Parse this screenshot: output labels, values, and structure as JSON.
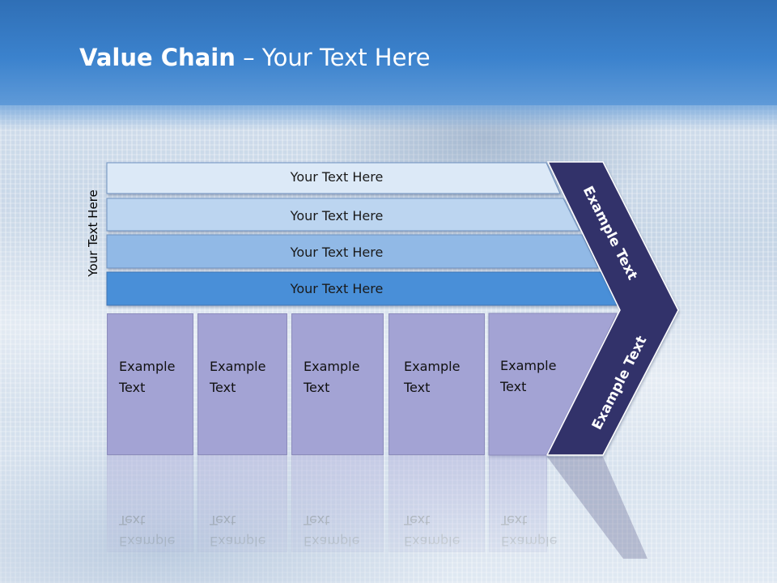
{
  "slide": {
    "title_bold": "Value Chain",
    "title_rest": " – Your Text Here",
    "side_label": "Your Text Here",
    "bars": [
      {
        "label": "Your Text Here",
        "color": "#dce9f7"
      },
      {
        "label": "Your Text Here",
        "color": "#bcd5f0"
      },
      {
        "label": "Your Text Here",
        "color": "#91b9e6"
      },
      {
        "label": "Your Text Here",
        "color": "#4a8fd8"
      }
    ],
    "boxes": [
      {
        "line1": "Example",
        "line2": "Text"
      },
      {
        "line1": "Example",
        "line2": "Text"
      },
      {
        "line1": "Example",
        "line2": "Text"
      },
      {
        "line1": "Example",
        "line2": "Text"
      },
      {
        "line1": "Example",
        "line2": "Text"
      }
    ],
    "arrow_upper_label": "Example Text",
    "arrow_lower_label": "Example Text",
    "arrow_color": "#33336b"
  }
}
